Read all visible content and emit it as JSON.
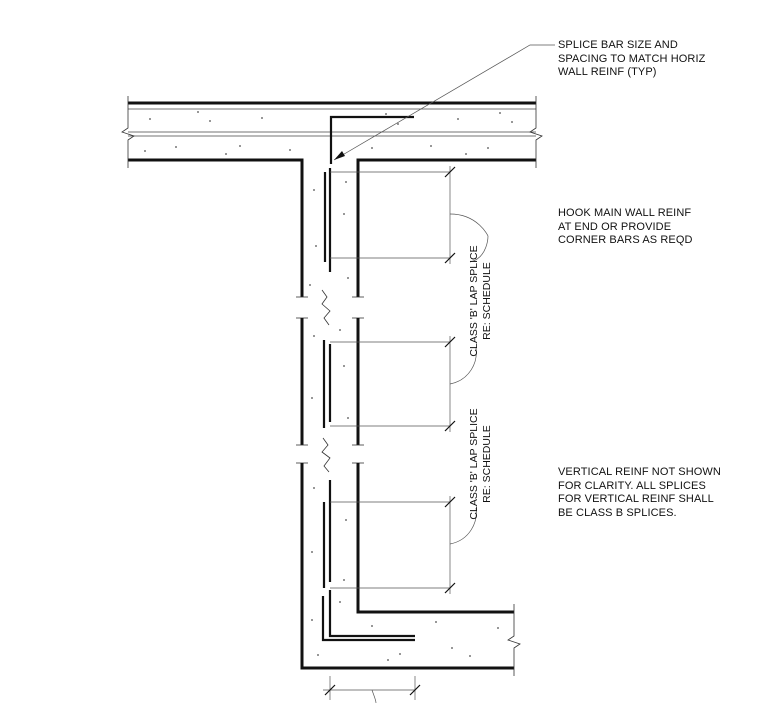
{
  "notes": {
    "splice_bar": [
      "SPLICE BAR SIZE AND",
      "SPACING TO MATCH HORIZ",
      "WALL REINF (TYP)"
    ],
    "hook": [
      "HOOK MAIN WALL REINF",
      "AT END OR PROVIDE",
      "CORNER BARS AS REQD"
    ],
    "vertical": [
      "VERTICAL REINF NOT SHOWN",
      "FOR CLARITY.  ALL SPLICES",
      "FOR VERTICAL REINF SHALL",
      "BE CLASS B SPLICES."
    ]
  },
  "labels": {
    "lap_splice_1": [
      "CLASS 'B' LAP SPLICE",
      "RE: SCHEDULE"
    ],
    "lap_splice_2": [
      "CLASS 'B' LAP SPLICE",
      "RE: SCHEDULE"
    ]
  },
  "colors": {
    "line": "#111111",
    "background": "#ffffff"
  }
}
